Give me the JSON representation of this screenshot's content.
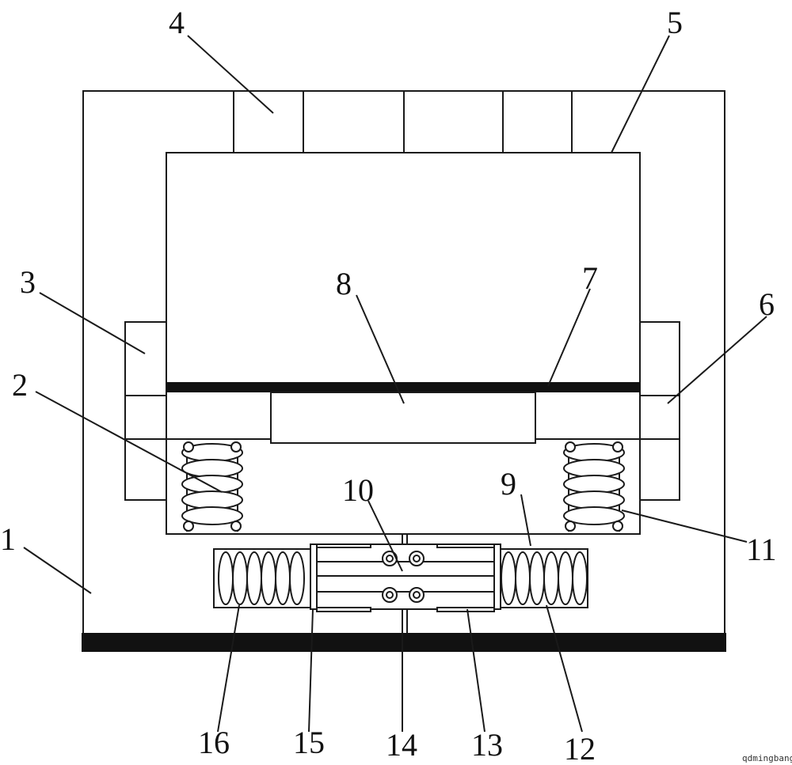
{
  "diagram": {
    "labels": {
      "n1": "1",
      "n2": "2",
      "n3": "3",
      "n4": "4",
      "n5": "5",
      "n6": "6",
      "n7": "7",
      "n8": "8",
      "n9": "9",
      "n10": "10",
      "n11": "11",
      "n12": "12",
      "n13": "13",
      "n14": "14",
      "n15": "15",
      "n16": "16"
    },
    "watermark": "qdmingbang"
  },
  "colors": {
    "line": "#1a1a1a",
    "fill_dark": "#111111",
    "background": "#ffffff"
  }
}
